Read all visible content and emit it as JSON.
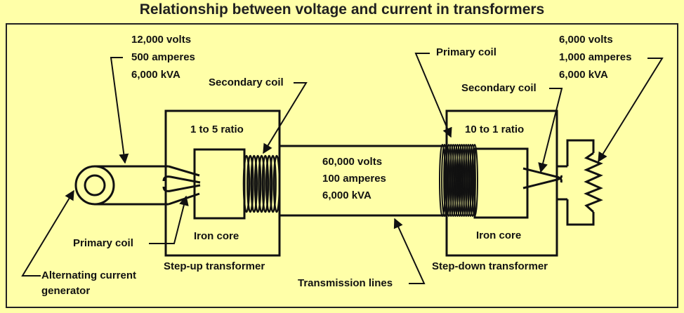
{
  "title": "Relationship between voltage and current in transformers",
  "generator_output": {
    "voltage": "12,000 volts",
    "current": "500 amperes",
    "power": "6,000 kVA"
  },
  "transmission": {
    "voltage": "60,000 volts",
    "current": "100 amperes",
    "power": "6,000 kVA"
  },
  "load_input": {
    "voltage": "6,000 volts",
    "current": "1,000 amperes",
    "power": "6,000 kVA"
  },
  "step_up": {
    "ratio": "1 to 5 ratio",
    "core": "Iron core",
    "name": "Step-up transformer",
    "primary": "Primary coil",
    "secondary": "Secondary coil"
  },
  "step_down": {
    "ratio": "10 to 1 ratio",
    "core": "Iron core",
    "name": "Step-down transformer",
    "primary": "Primary coil",
    "secondary": "Secondary coil"
  },
  "generator": {
    "line1": "Alternating current",
    "line2": "generator"
  },
  "lines_label": "Transmission lines",
  "colors": {
    "background": "#FFFFA8",
    "ink": "#111111"
  }
}
